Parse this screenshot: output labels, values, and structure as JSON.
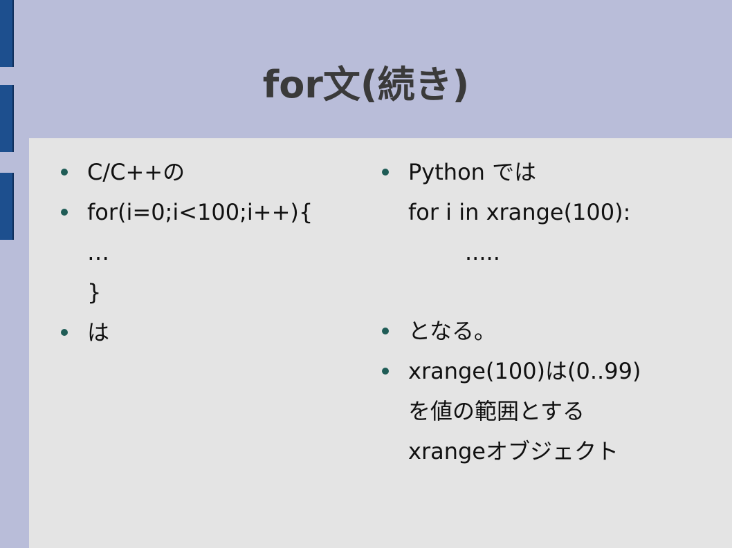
{
  "slide": {
    "title": "for文(続き)",
    "left_column": [
      {
        "text": "C/C++の",
        "bullet": true
      },
      {
        "text": "for(i=0;i<100;i++){",
        "bullet": true
      },
      {
        "text": "…",
        "bullet": false
      },
      {
        "text": "}",
        "bullet": false
      },
      {
        "text": "は",
        "bullet": true
      }
    ],
    "right_column": [
      {
        "text": "Python では",
        "bullet": true
      },
      {
        "text": "for i in xrange(100):",
        "bullet": false
      },
      {
        "text": ".....",
        "bullet": false,
        "indent": true
      },
      {
        "text": "",
        "bullet": false
      },
      {
        "text": "となる。",
        "bullet": true
      },
      {
        "text": "xrange(100)は(0..99)",
        "bullet": true
      },
      {
        "text": "を値の範囲とする",
        "bullet": false
      },
      {
        "text": "xrangeオブジェクト",
        "bullet": false
      }
    ]
  },
  "colors": {
    "background": "#b9bdd9",
    "content_panel": "#e4e4e4",
    "stripe": "#1d4f8e",
    "bullet": "#1f5c56",
    "title": "#3a3a3a"
  }
}
